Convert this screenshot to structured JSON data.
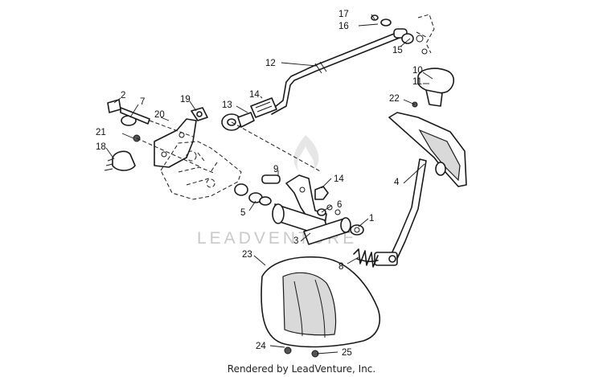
{
  "watermark": {
    "text": "LEADVENTURE"
  },
  "footer": {
    "credit": "Rendered by LeadVenture, Inc."
  },
  "callouts": {
    "c1": "1",
    "c2": "2",
    "c3": "3",
    "c4": "4",
    "c5": "5",
    "c6": "6",
    "c7": "7",
    "c8": "8",
    "c9": "9",
    "c10": "10",
    "c11": "11",
    "c12": "12",
    "c13": "13",
    "c14a": "14",
    "c14b": "14",
    "c15": "15",
    "c16": "16",
    "c17": "17",
    "c18": "18",
    "c19": "19",
    "c20": "20",
    "c21": "21",
    "c22": "22",
    "c23": "23",
    "c24": "24",
    "c25": "25"
  }
}
